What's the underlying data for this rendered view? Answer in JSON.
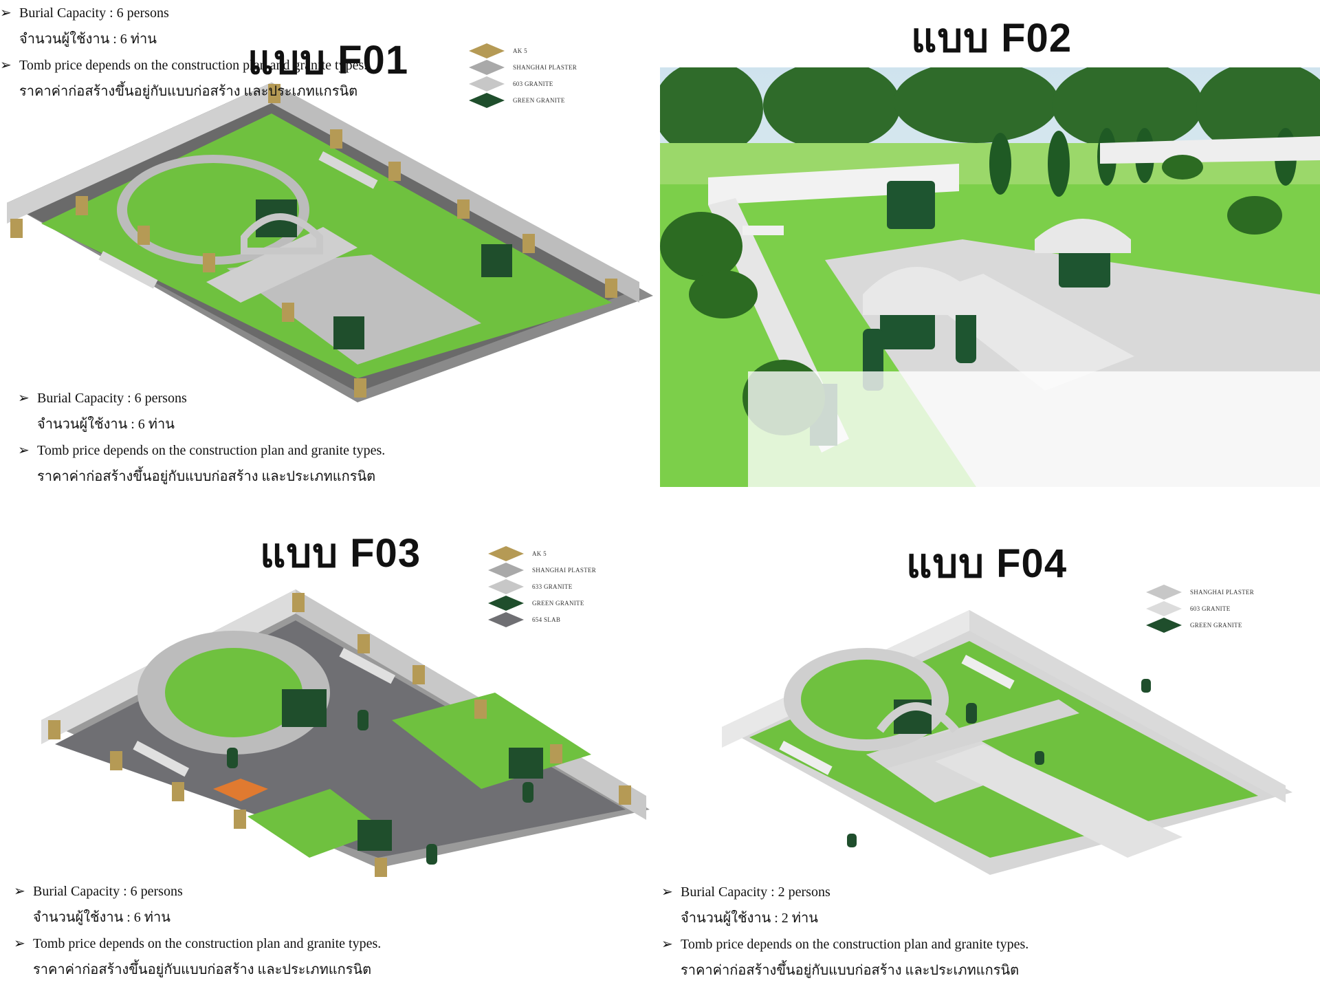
{
  "colors": {
    "ak5": "#b59a55",
    "shanghai_plaster": "#a9a9a9",
    "granite_603": "#c7c7c7",
    "green_granite": "#1f4e2c",
    "grass": "#6fc13f",
    "slab_654": "#6f6f73",
    "wall": "#d4d4d4"
  },
  "panels": [
    {
      "title": "แบบ F01",
      "legend": [
        "AK 5",
        "SHANGHAI PLASTER",
        "603 GRANITE",
        "GREEN GRANITE"
      ],
      "capacity_en": "Burial Capacity : 6 persons",
      "capacity_th": "จำนวนผู้ใช้งาน : 6 ท่าน",
      "price_en": "Tomb price depends on the construction plan and granite types.",
      "price_th": "ราคาค่าก่อสร้างขึ้นอยู่กับแบบก่อสร้าง และประเภทแกรนิต"
    },
    {
      "title": "แบบ F02",
      "capacity_en": "Burial Capacity : 6 persons",
      "capacity_th": "จำนวนผู้ใช้งาน : 6 ท่าน",
      "price_en": "Tomb price depends on the construction plan and granite types.",
      "price_th": "ราคาค่าก่อสร้างขึ้นอยู่กับแบบก่อสร้าง และประเภทแกรนิต"
    },
    {
      "title": "แบบ F03",
      "legend": [
        "AK 5",
        "SHANGHAI PLASTER",
        "633 GRANITE",
        "GREEN GRANITE",
        "654 SLAB"
      ],
      "capacity_en": "Burial Capacity : 6 persons",
      "capacity_th": "จำนวนผู้ใช้งาน : 6 ท่าน",
      "price_en": "Tomb price depends on the construction plan and granite types.",
      "price_th": "ราคาค่าก่อสร้างขึ้นอยู่กับแบบก่อสร้าง และประเภทแกรนิต"
    },
    {
      "title": "แบบ F04",
      "legend": [
        "SHANGHAI PLASTER",
        "603 GRANITE",
        "GREEN GRANITE"
      ],
      "capacity_en": "Burial Capacity : 2 persons",
      "capacity_th": "จำนวนผู้ใช้งาน : 2 ท่าน",
      "price_en": "Tomb price depends on the construction plan and granite types.",
      "price_th": "ราคาค่าก่อสร้างขึ้นอยู่กับแบบก่อสร้าง และประเภทแกรนิต"
    }
  ],
  "icons": {
    "bullet": "arrowhead-bullet-icon"
  }
}
